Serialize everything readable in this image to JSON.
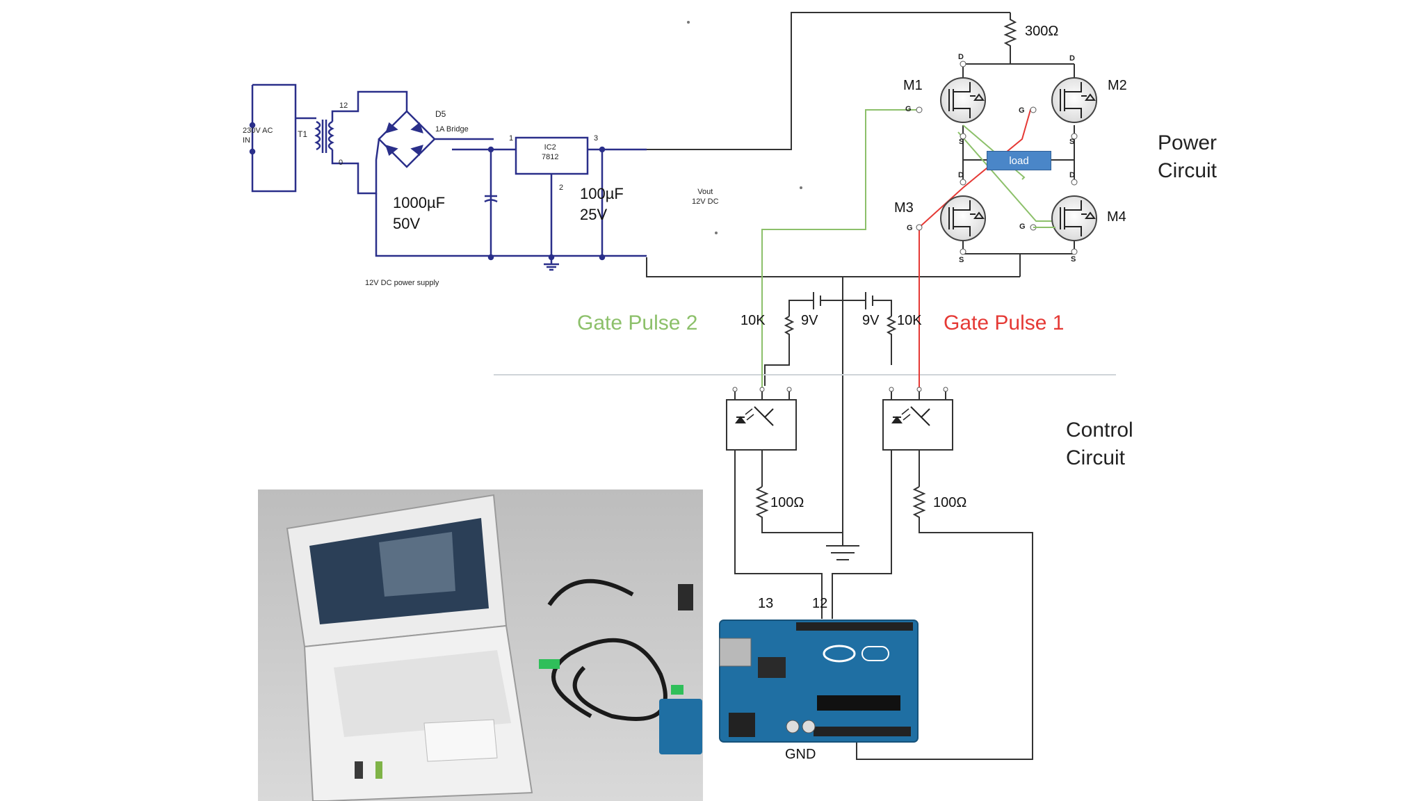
{
  "supply": {
    "ac_in": "230V AC\nIN",
    "transformer": "T1",
    "tap_top": "12",
    "tap_bottom": "0",
    "bridge_name": "D5",
    "bridge_type": "1A Bridge",
    "regulator": "IC2\n7812",
    "reg_pin1": "1",
    "reg_pin2": "2",
    "reg_pin3": "3",
    "cap1": "1000µF\n50V",
    "cap2": "100µF\n25V",
    "vout": "Vout\n12V DC",
    "caption": "12V DC power supply"
  },
  "power": {
    "resistor": "300Ω",
    "m1": "M1",
    "m2": "M2",
    "m3": "M3",
    "m4": "M4",
    "load": "load",
    "title": "Power\nCircuit",
    "pin_d": "D",
    "pin_g": "G",
    "pin_s": "S"
  },
  "gates": {
    "pulse2": "Gate Pulse 2",
    "pulse1": "Gate Pulse 1",
    "r_left": "10K",
    "bat_left": "9V",
    "bat_right": "9V",
    "r_right": "10K"
  },
  "control": {
    "title": "Control\nCircuit",
    "r_left": "100Ω",
    "r_right": "100Ω",
    "pin13": "13",
    "pin12": "12",
    "gnd": "GND"
  },
  "colors": {
    "wire": "#222222",
    "gate_pulse_2": "#8cc06a",
    "gate_pulse_1": "#e53935",
    "load_box": "#4a86c8",
    "arduino_board": "#1f6fa3"
  }
}
